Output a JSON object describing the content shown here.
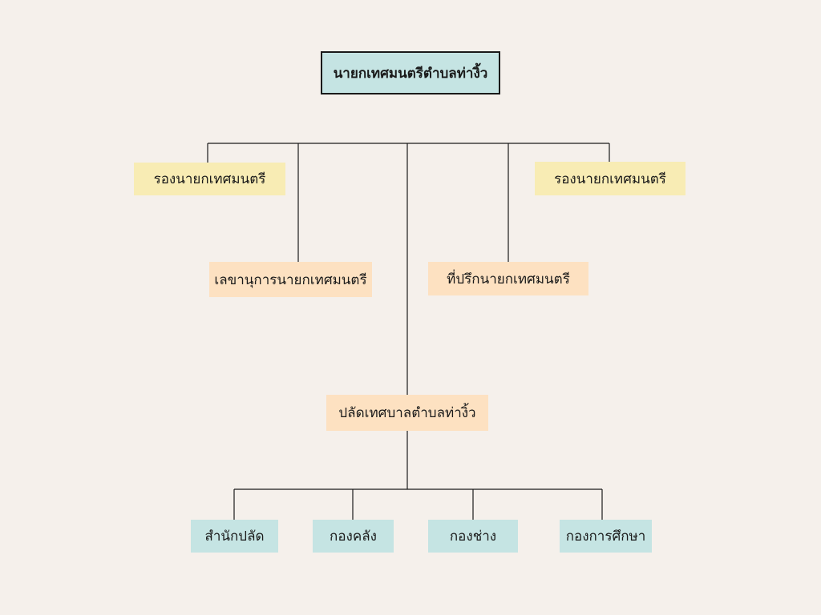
{
  "org": {
    "mayor": "นายกเทศมนตรีตำบลท่างิ้ว",
    "deputy_left": "รองนายกเทศมนตรี",
    "deputy_right": "รองนายกเทศมนตรี",
    "secretary": "เลขานุการนายกเทศมนตรี",
    "advisor": "ที่ปรึกนายกเทศมนตรี",
    "clerk": "ปลัดเทศบาลตำบลท่างิ้ว",
    "divisions": [
      "สำนักปลัด",
      "กองคลัง",
      "กองช่าง",
      "กองการศึกษา"
    ]
  },
  "colors": {
    "background": "#f5f0eb",
    "teal": "#c5e4e3",
    "yellow": "#f8ecb4",
    "peach": "#fde1c1",
    "line": "#1a1a1a"
  }
}
